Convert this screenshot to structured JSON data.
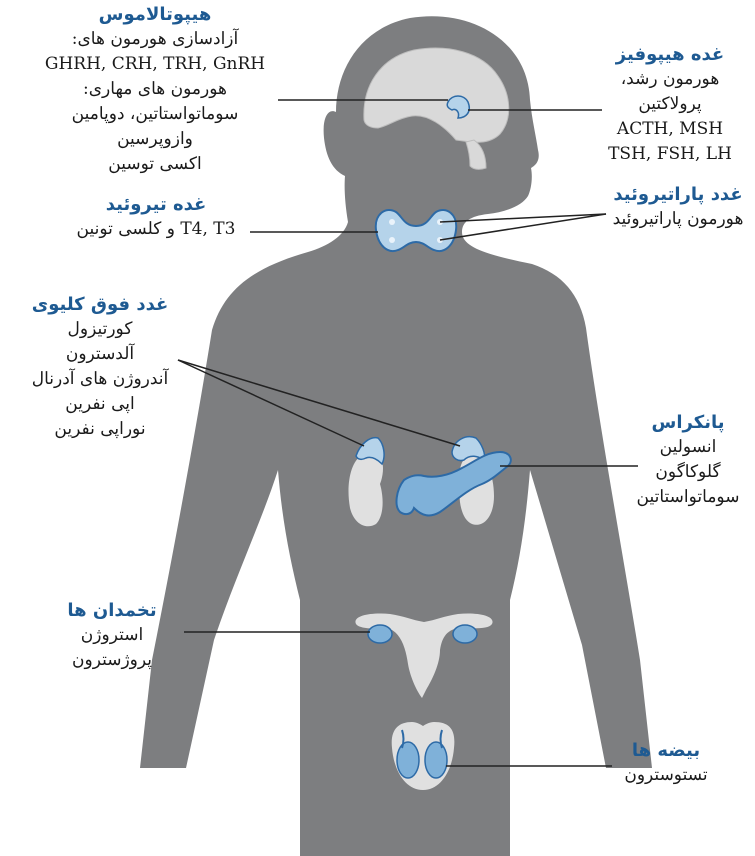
{
  "colors": {
    "body_fill": "#7d7e80",
    "organ_fill": "#b5d3ea",
    "organ_dark": "#7fb1d9",
    "organ_stroke": "#2d6aa6",
    "pale_organ": "#e0e0e0",
    "title_color": "#1e5a92",
    "leader_line": "#222222"
  },
  "labels": {
    "hypothalamus": {
      "title": "هیپوتالاموس",
      "lines": [
        "آزادسازی هورمون های:",
        "GHRH, CRH, TRH, GnRH",
        "هورمون های مهاری:",
        "سوماتواستاتین، دوپامین",
        "وازوپرسین",
        "اکسی توسین"
      ]
    },
    "pituitary": {
      "title": "غده هیپوفیز",
      "lines": [
        "هورمون رشد،",
        "پرولاکتین",
        "ACTH, MSH",
        "TSH, FSH, LH"
      ]
    },
    "thyroid": {
      "title": "غده تیروئید",
      "lines": [
        "T4, T3 و کلسی تونین"
      ]
    },
    "parathyroid": {
      "title": "غدد پاراتیروئید",
      "lines": [
        "هورمون پاراتیروئید"
      ]
    },
    "adrenal": {
      "title": "غدد فوق کلیوی",
      "lines": [
        "کورتیزول",
        "آلدسترون",
        "آندروژن های آدرنال",
        "اپی نفرین",
        "نوراپی نفرین"
      ]
    },
    "pancreas": {
      "title": "پانکراس",
      "lines": [
        "انسولین",
        "گلوکاگون",
        "سوماتواستاتین"
      ]
    },
    "ovaries": {
      "title": "تخمدان ها",
      "lines": [
        "استروژن",
        "پروژسترون"
      ]
    },
    "testes": {
      "title": "بیضه ها",
      "lines": [
        "تستوسترون"
      ]
    }
  }
}
